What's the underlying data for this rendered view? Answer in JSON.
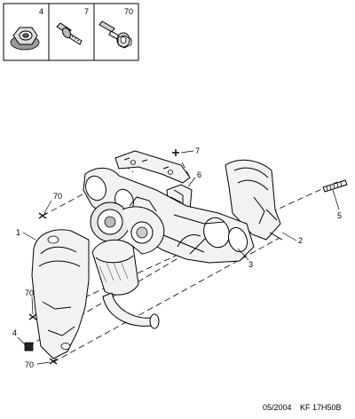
{
  "thumbnails": [
    {
      "number": "4",
      "icon": "hex-flange-nut-icon"
    },
    {
      "number": "7",
      "icon": "flange-bolt-icon"
    },
    {
      "number": "70",
      "icon": "bolt-with-washer-icon"
    }
  ],
  "callouts": [
    {
      "id": "c1",
      "number": "1"
    },
    {
      "id": "c2",
      "number": "2"
    },
    {
      "id": "c3",
      "number": "3"
    },
    {
      "id": "c4",
      "number": "4"
    },
    {
      "id": "c5",
      "number": "5"
    },
    {
      "id": "c6",
      "number": "6"
    },
    {
      "id": "c7",
      "number": "7"
    },
    {
      "id": "c70a",
      "number": "70"
    },
    {
      "id": "c70b",
      "number": "70"
    },
    {
      "id": "c70c",
      "number": "70"
    }
  ],
  "footer": {
    "date": "05/2004",
    "reference": "KF 17H50B"
  }
}
